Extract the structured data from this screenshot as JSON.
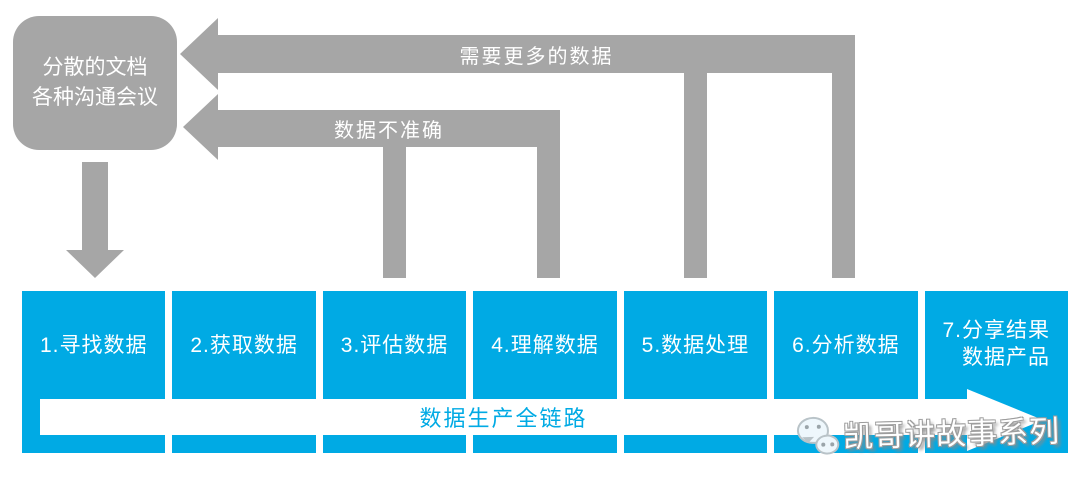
{
  "diagram": {
    "source_box": {
      "line1": "分散的文档",
      "line2": "各种沟通会议"
    },
    "feedback_arrows": [
      {
        "label": "需要更多的数据",
        "from_steps": [
          "5.数据处理",
          "6.分析数据"
        ]
      },
      {
        "label": "数据不准确",
        "from_steps": [
          "3.评估数据",
          "4.理解数据"
        ]
      }
    ],
    "steps": [
      {
        "label": "1.寻找数据"
      },
      {
        "label": "2.获取数据"
      },
      {
        "label": "3.评估数据"
      },
      {
        "label": "4.理解数据"
      },
      {
        "label": "5.数据处理"
      },
      {
        "label": "6.分析数据"
      },
      {
        "label": "7.分享结果",
        "label2": "数据产品"
      }
    ],
    "pipeline_arrow": {
      "label": "数据生产全链路"
    },
    "watermark": {
      "icon": "wechat-icon",
      "text": "凯哥讲故事系列"
    },
    "colors": {
      "step_blue": "#00aae4",
      "arrow_gray": "#a6a6a6",
      "text_white": "#ffffff",
      "pipeline_text_blue": "#00aae4",
      "background": "#ffffff"
    }
  }
}
